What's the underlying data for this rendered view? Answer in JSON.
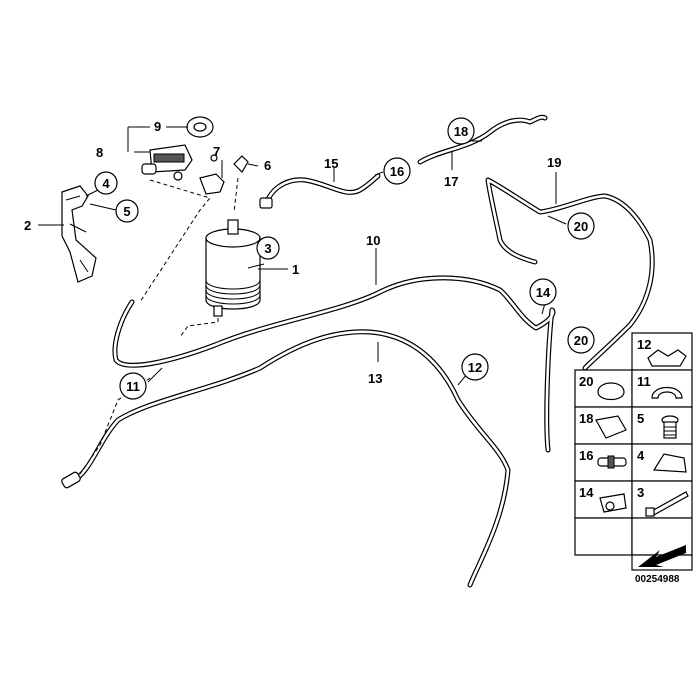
{
  "diagram": {
    "plain_labels": {
      "p1": "1",
      "p2": "2",
      "p6": "6",
      "p7": "7",
      "p8": "8",
      "p9": "9",
      "p10": "10",
      "p13": "13",
      "p15": "15",
      "p17": "17",
      "p19": "19"
    },
    "circled_labels": {
      "c3": "3",
      "c4": "4",
      "c5": "5",
      "c11": "11",
      "c12": "12",
      "c14": "14",
      "c16": "16",
      "c18": "18",
      "c20a": "20",
      "c20b": "20"
    },
    "legend": [
      {
        "id": "12",
        "label": "12"
      },
      {
        "id": "20",
        "label": "20"
      },
      {
        "id": "11",
        "label": "11"
      },
      {
        "id": "18",
        "label": "18"
      },
      {
        "id": "5",
        "label": "5"
      },
      {
        "id": "16",
        "label": "16"
      },
      {
        "id": "4",
        "label": "4"
      },
      {
        "id": "14",
        "label": "14"
      },
      {
        "id": "3",
        "label": "3"
      }
    ],
    "document_number": "00254988"
  }
}
